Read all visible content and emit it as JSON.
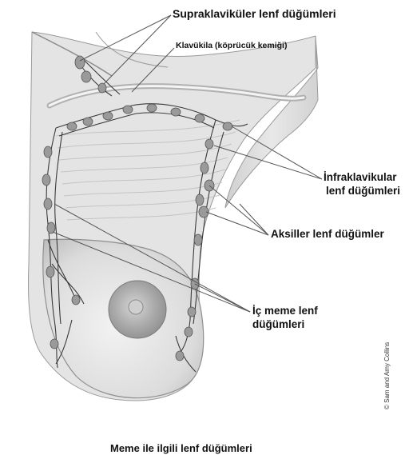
{
  "labels": {
    "supraclavicular": "Supraklaviküler lenf düğümleri",
    "clavicle": "Klavükila (köprücük kemiği)",
    "infraclavicular_line1": "İnfraklavikular",
    "infraclavicular_line2": "lenf düğümleri",
    "axillary": "Aksiller lenf düğümler",
    "internal_mammary_line1": "İç meme lenf",
    "internal_mammary_line2": "düğümleri"
  },
  "credit": "© Sam and Amy Collins",
  "caption": "Meme ile ilgili lenf düğümleri",
  "colors": {
    "skin_shade": "#d9d9d9",
    "node_fill": "#9a9a9a",
    "node_stroke": "#555555",
    "line": "#333333",
    "leader": "#666666"
  }
}
